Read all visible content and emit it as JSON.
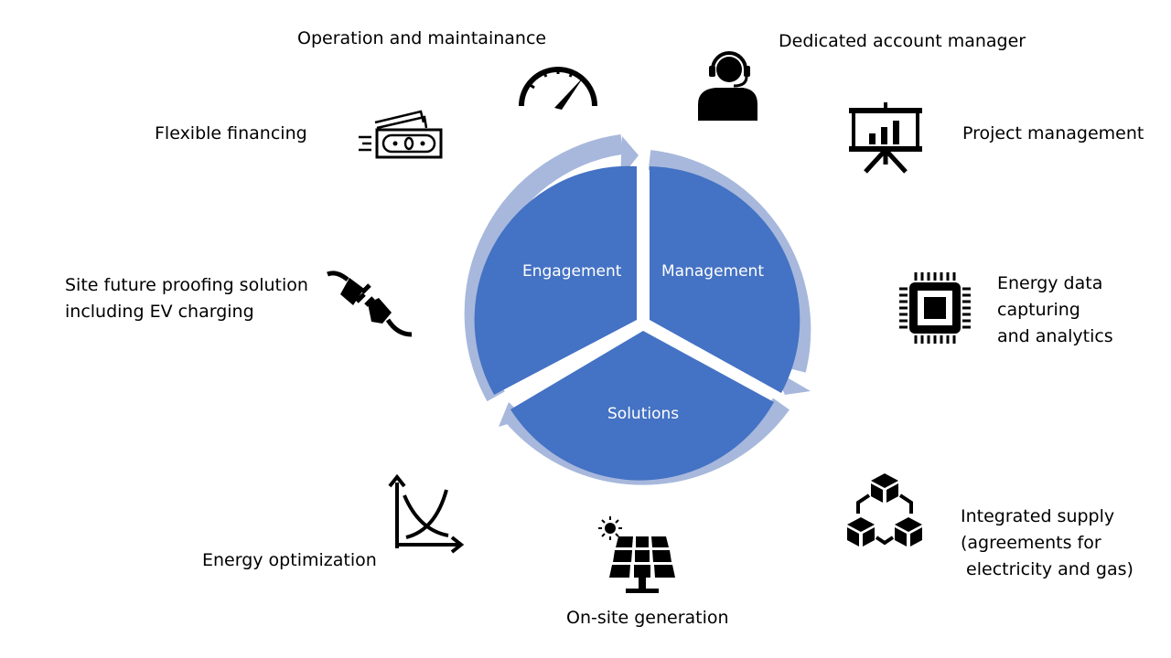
{
  "colors": {
    "segment": "#4472C4",
    "ring": "#A7B8DC",
    "icon": "#000000"
  },
  "segments": {
    "engagement": "Engagement",
    "management": "Management",
    "solutions": "Solutions"
  },
  "items": {
    "operation": {
      "label": "Operation and maintainance",
      "icon": "speedometer-icon"
    },
    "account_manager": {
      "label": "Dedicated account manager",
      "icon": "headset-agent-icon"
    },
    "financing": {
      "label": "Flexible financing",
      "icon": "cash-icon"
    },
    "project": {
      "label": "Project management",
      "icon": "presentation-board-icon"
    },
    "future_proofing": {
      "label": "Site future proofing solution\nincluding EV charging",
      "icon": "plug-icon"
    },
    "data": {
      "label": "Energy data\ncapturing\nand analytics",
      "icon": "chip-icon"
    },
    "optimization": {
      "label": "Energy optimization",
      "icon": "graph-icon"
    },
    "generation": {
      "label": "On-site generation",
      "icon": "solar-panel-icon"
    },
    "supply": {
      "label": "Integrated supply\n(agreements for\n electricity and gas)",
      "icon": "blocks-icon"
    }
  }
}
